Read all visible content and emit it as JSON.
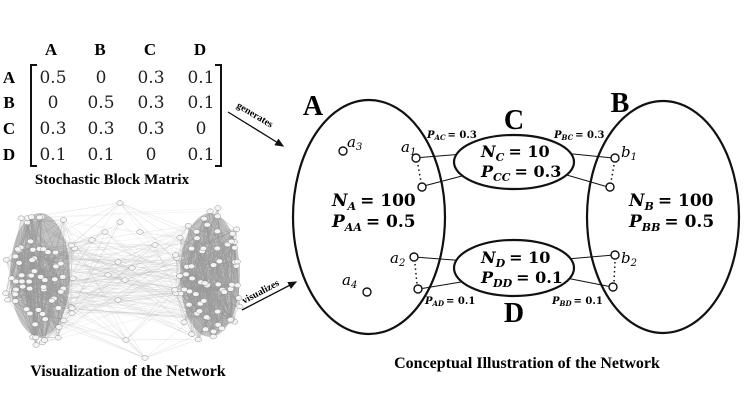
{
  "matrix": {
    "col_labels": [
      "A",
      "B",
      "C",
      "D"
    ],
    "row_labels": [
      "A",
      "B",
      "C",
      "D"
    ],
    "values": [
      [
        "0.5",
        "0",
        "0.3",
        "0.1"
      ],
      [
        "0",
        "0.5",
        "0.3",
        "0.1"
      ],
      [
        "0.3",
        "0.3",
        "0.3",
        "0"
      ],
      [
        "0.1",
        "0.1",
        "0",
        "0.1"
      ]
    ],
    "caption": "Stochastic Block Matrix"
  },
  "arrows": {
    "generates": "generates",
    "visualizes": "visualizes"
  },
  "network_viz": {
    "caption": "Visualization of the Network"
  },
  "concept": {
    "caption": "Conceptual Illustration of the Network",
    "blocks": {
      "A": {
        "label": "A",
        "n_label": "N",
        "n_sub": "A",
        "n_value": "= 100",
        "p_label": "P",
        "p_sub": "AA",
        "p_value": "= 0.5"
      },
      "B": {
        "label": "B",
        "n_label": "N",
        "n_sub": "B",
        "n_value": "= 100",
        "p_label": "P",
        "p_sub": "BB",
        "p_value": "= 0.5"
      },
      "C": {
        "label": "C",
        "n_label": "N",
        "n_sub": "C",
        "n_value": "= 10",
        "p_label": "P",
        "p_sub": "CC",
        "p_value": "= 0.3"
      },
      "D": {
        "label": "D",
        "n_label": "N",
        "n_sub": "D",
        "n_value": "= 10",
        "p_label": "P",
        "p_sub": "DD",
        "p_value": "= 0.1"
      }
    },
    "edge_probs": {
      "AC": {
        "p": "P",
        "sub": "AC",
        "value": "= 0.3"
      },
      "BC": {
        "p": "P",
        "sub": "BC",
        "value": "= 0.3"
      },
      "AD": {
        "p": "P",
        "sub": "AD",
        "value": "= 0.1"
      },
      "BD": {
        "p": "P",
        "sub": "BD",
        "value": "= 0.1"
      }
    },
    "nodes": {
      "a1": {
        "base": "a",
        "sub": "1"
      },
      "a2": {
        "base": "a",
        "sub": "2"
      },
      "a3": {
        "base": "a",
        "sub": "3"
      },
      "a4": {
        "base": "a",
        "sub": "4"
      },
      "b1": {
        "base": "b",
        "sub": "1"
      },
      "b2": {
        "base": "b",
        "sub": "2"
      }
    }
  },
  "colors": {
    "ink": "#111111",
    "edge_gray": "#bdbdbd",
    "cluster_dark": "#555555"
  }
}
